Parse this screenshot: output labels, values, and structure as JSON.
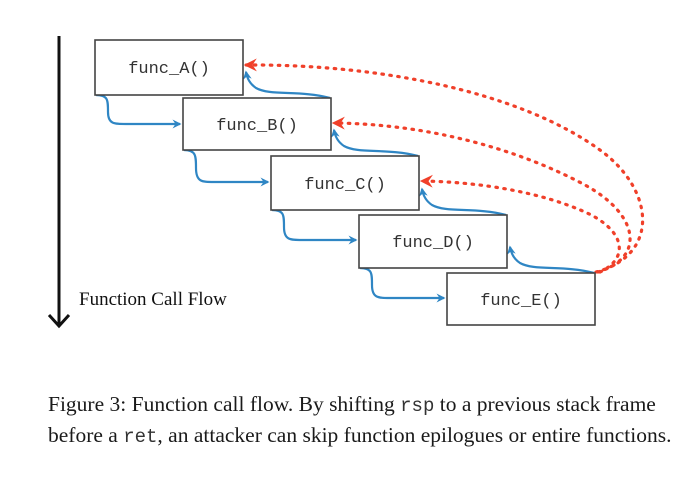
{
  "diagram": {
    "flow_label": "Function Call Flow",
    "functions": [
      {
        "id": "A",
        "label": "func_A()"
      },
      {
        "id": "B",
        "label": "func_B()"
      },
      {
        "id": "C",
        "label": "func_C()"
      },
      {
        "id": "D",
        "label": "func_D()"
      },
      {
        "id": "E",
        "label": "func_E()"
      }
    ],
    "edges": {
      "calls": [
        [
          "A",
          "B"
        ],
        [
          "B",
          "C"
        ],
        [
          "C",
          "D"
        ],
        [
          "D",
          "E"
        ]
      ],
      "returns": [
        [
          "B",
          "A"
        ],
        [
          "C",
          "B"
        ],
        [
          "D",
          "C"
        ],
        [
          "E",
          "D"
        ]
      ],
      "skip_returns": [
        [
          "E",
          "A"
        ],
        [
          "E",
          "B"
        ],
        [
          "E",
          "C"
        ]
      ]
    },
    "colors": {
      "normal_flow": "#2f86c4",
      "skip_flow": "#f0402a",
      "box_border": "#444444"
    }
  },
  "caption": {
    "part1": "Figure 3: Function call flow. By shifting ",
    "code1": "rsp",
    "part2": " to a previous stack frame before a ",
    "code2": "ret",
    "part3": ", an attacker can skip function epilogues or entire functions."
  }
}
